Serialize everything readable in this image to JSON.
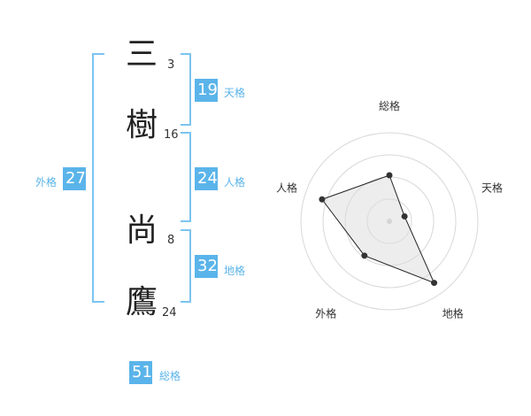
{
  "name": {
    "chars": [
      {
        "char": "三",
        "strokes": "3"
      },
      {
        "char": "樹",
        "strokes": "16"
      },
      {
        "char": "尚",
        "strokes": "8"
      },
      {
        "char": "鷹",
        "strokes": "24"
      }
    ]
  },
  "kakusu": {
    "tenkaku": {
      "value": "19",
      "label": "天格"
    },
    "jinkaku": {
      "value": "24",
      "label": "人格"
    },
    "chikaku": {
      "value": "32",
      "label": "地格"
    },
    "gaikaku": {
      "value": "27",
      "label": "外格"
    },
    "soukaku": {
      "value": "51",
      "label": "総格"
    }
  },
  "colors": {
    "accent": "#5ab4ea",
    "bracket": "#7cc4f0"
  },
  "chart_data": {
    "type": "radar",
    "axes": [
      "総格",
      "天格",
      "地格",
      "外格",
      "人格"
    ],
    "values": [
      2.6,
      0.9,
      4.3,
      2.4,
      4.0
    ],
    "max": 5,
    "rings": 4
  }
}
